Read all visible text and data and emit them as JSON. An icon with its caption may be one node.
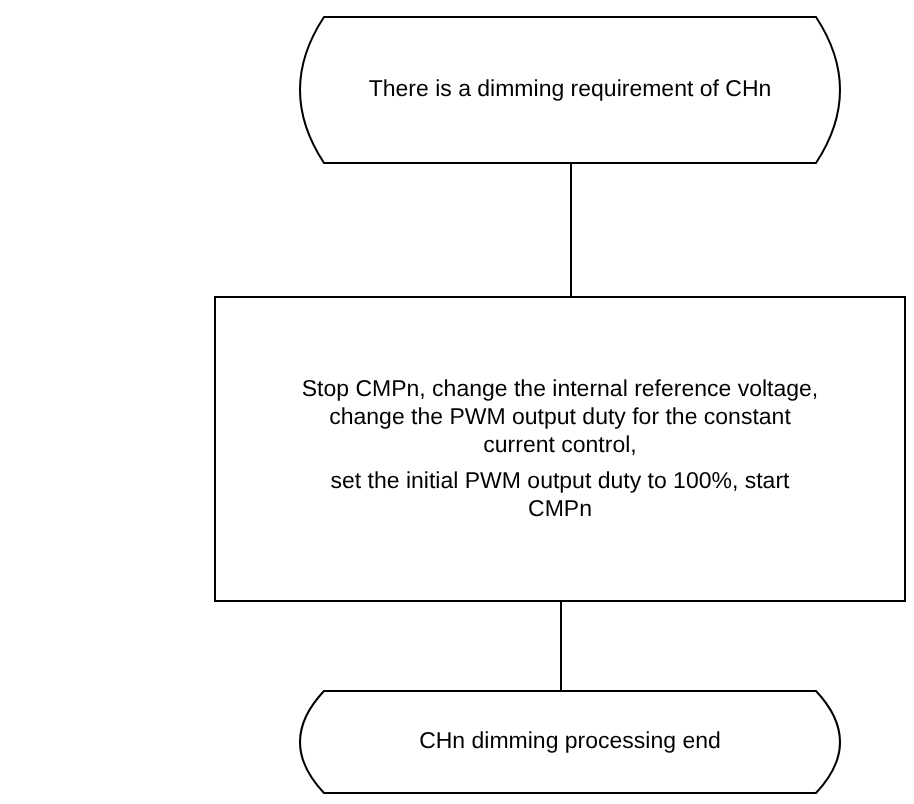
{
  "diagram": {
    "nodes": [
      {
        "text": [
          "There is a dimming requirement of CHn"
        ]
      },
      {
        "text": [
          "Stop CMPn, change the internal reference voltage, change the PWM output duty for the constant current control,",
          "set the initial PWM output duty to 100%, start CMPn"
        ]
      },
      {
        "text": [
          "CHn dimming processing end"
        ]
      }
    ],
    "edges": [
      {
        "from": 0,
        "to": 1,
        "arrow": "none"
      },
      {
        "from": 1,
        "to": 2,
        "arrow": "none"
      }
    ]
  }
}
